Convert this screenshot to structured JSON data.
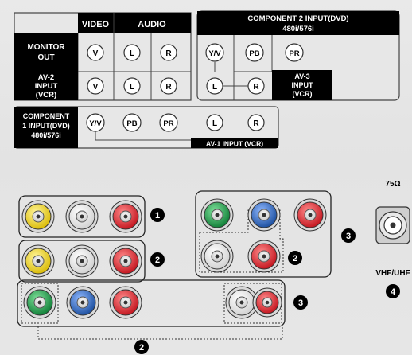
{
  "panel": {
    "header_video": "VIDEO",
    "header_audio": "AUDIO",
    "monitor_out": [
      "MONITOR",
      "OUT"
    ],
    "av2_input": [
      "AV-2",
      "INPUT",
      "(VCR)"
    ],
    "component2_input": [
      "COMPONENT 2 INPUT(DVD)",
      "480i/576i"
    ],
    "av3_input": [
      "AV-3",
      "INPUT",
      "(VCR)"
    ],
    "component1_input": [
      "COMPONENT",
      "1 INPUT(DVD)",
      "480i/576i"
    ],
    "av1_input": "AV-1 INPUT (VCR)",
    "jack_v": "V",
    "jack_l": "L",
    "jack_r": "R",
    "jack_yv": "Y/V",
    "jack_pb": "PB",
    "jack_pr": "PR"
  },
  "antenna": {
    "impedance": "75Ω",
    "band": "VHF/UHF",
    "callout": "4"
  },
  "callouts": {
    "one": "1",
    "two": "2",
    "three": "3"
  },
  "colors": {
    "yellow": "#f2d400",
    "white": "#f4f4f4",
    "red": "#e0202a",
    "green": "#1a9a45",
    "blue": "#1f5fb8",
    "black": "#000000"
  }
}
